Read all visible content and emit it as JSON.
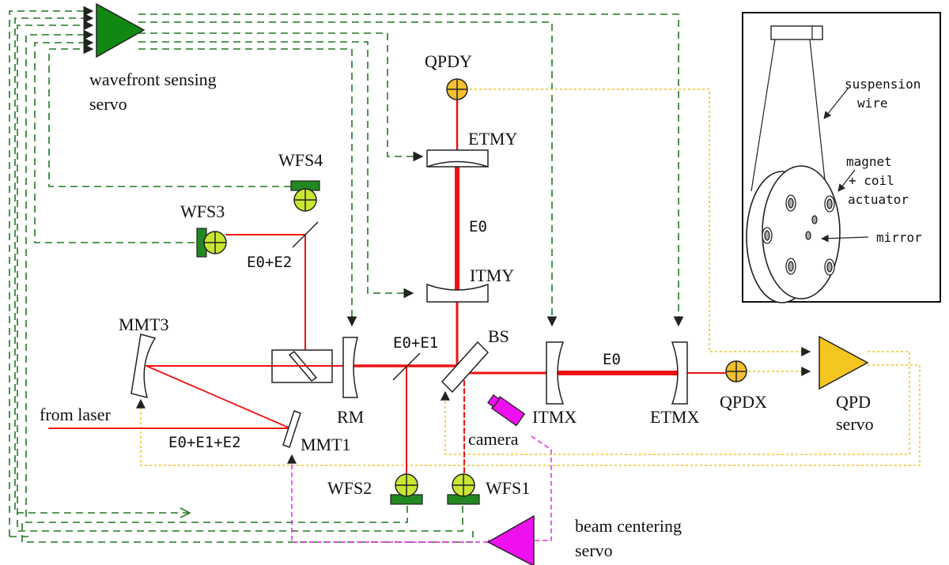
{
  "colors": {
    "beam": "#ee1111",
    "wfs_loop": "#227722",
    "qpd_loop": "#f0c020",
    "centering_loop": "#ee22ee",
    "detector_fill": "#c8e632",
    "detector_base": "#228822",
    "qpd_fill": "#f5c030",
    "wfs_servo": "#118811",
    "qpd_servo": "#f5c520",
    "centering_servo": "#ee10ee"
  },
  "labels": {
    "wavefront_servo_line1": "wavefront sensing",
    "wavefront_servo_line2": "servo",
    "qpdy": "QPDY",
    "etmy": "ETMY",
    "wfs4": "WFS4",
    "wfs3": "WFS3",
    "e0_y": "E0",
    "itmy": "ITMY",
    "e0e2": "E0+E2",
    "mmt3": "MMT3",
    "e0e1": "E0+E1",
    "bs": "BS",
    "e0_x": "E0",
    "from_laser": "from laser",
    "rm": "RM",
    "itmx": "ITMX",
    "etmx": "ETMX",
    "qpdx": "QPDX",
    "qpd_servo_line1": "QPD",
    "qpd_servo_line2": "servo",
    "e0e1e2": "E0+E1+E2",
    "mmt1": "MMT1",
    "camera": "camera",
    "wfs2": "WFS2",
    "wfs1": "WFS1",
    "beam_centering_line1": "beam centering",
    "beam_centering_line2": "servo"
  },
  "inset": {
    "suspension_line1": "suspension",
    "suspension_line2": "wire",
    "magnet_line1": "magnet",
    "magnet_line2": "+ coil",
    "magnet_line3": "actuator",
    "mirror": "mirror"
  }
}
